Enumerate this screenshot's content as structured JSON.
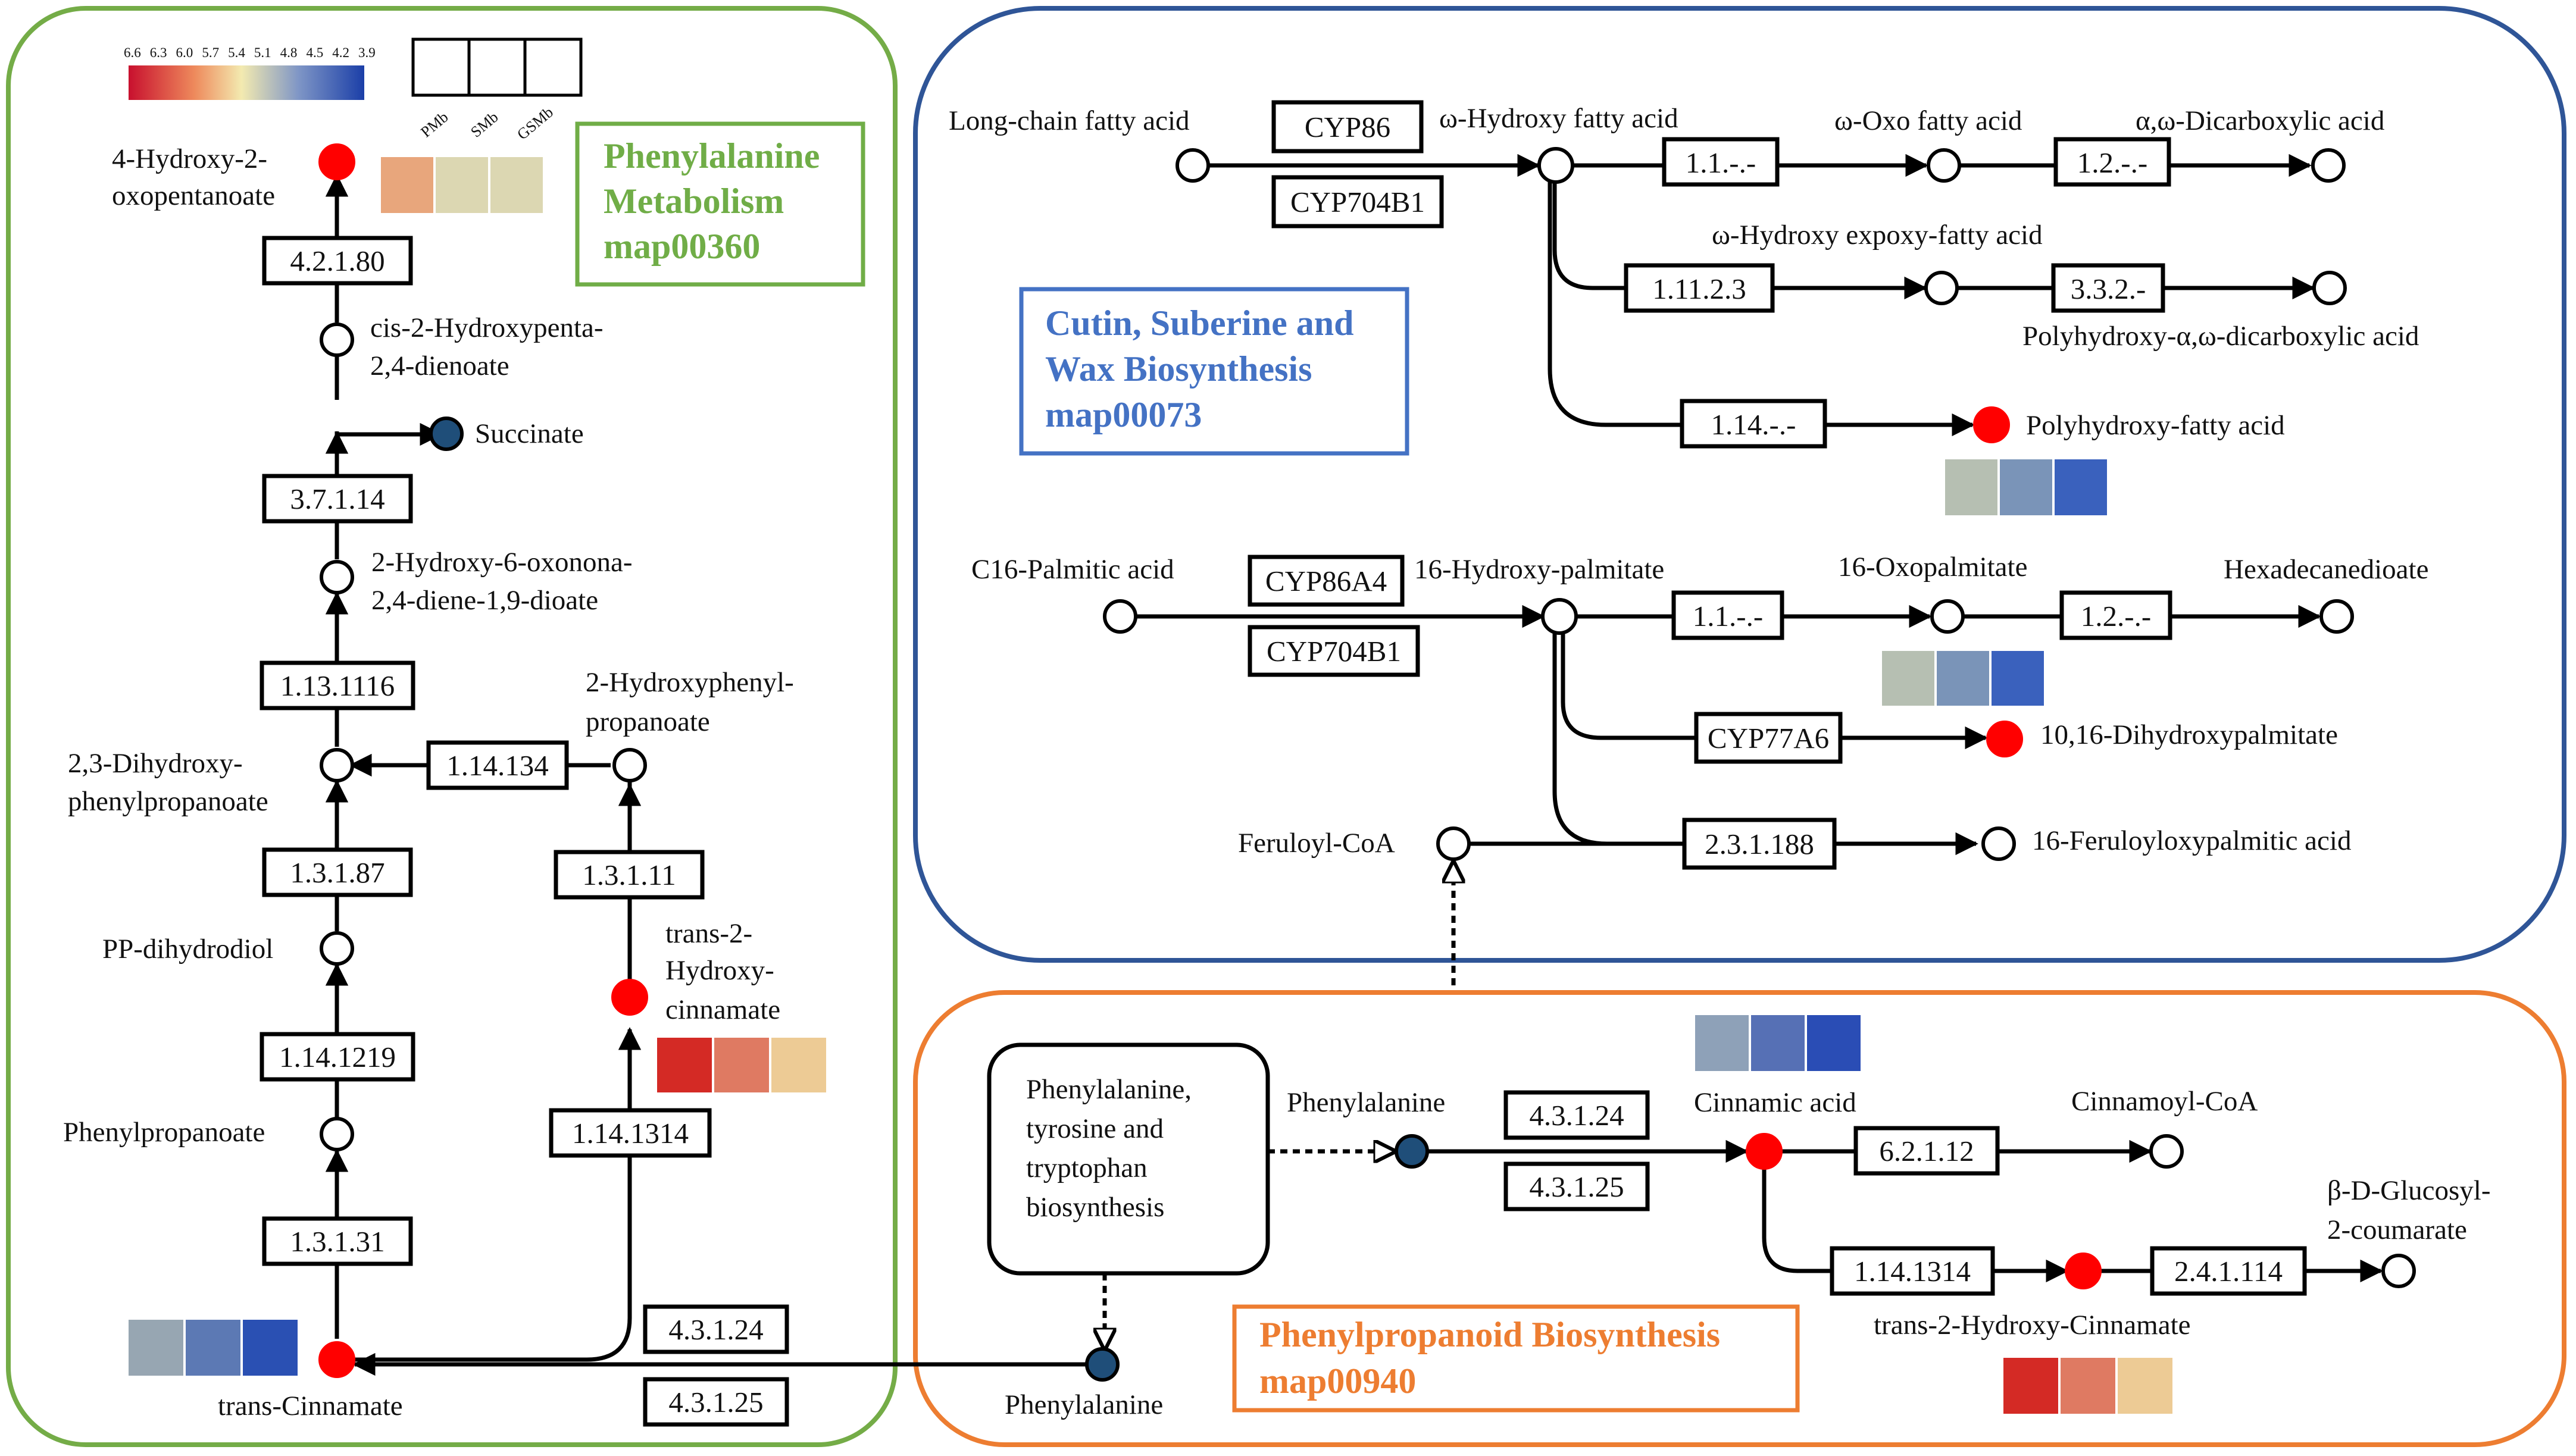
{
  "colors": {
    "green_frame": "#74ac47",
    "blue_frame": "#2f5597",
    "orange_frame": "#ed7d31",
    "title_green": "#70ad47",
    "title_blue": "#4472c4",
    "title_orange": "#ed7d31",
    "red_node": "#ff0000",
    "blue_node": "#1f4e79",
    "empty_node": "#ffffff"
  },
  "scale": {
    "ticks": [
      "6.6",
      "6.3",
      "6.0",
      "5.7",
      "5.4",
      "5.1",
      "4.8",
      "4.5",
      "4.2",
      "3.9"
    ],
    "samples": [
      "PMb",
      "SMb",
      "GSMb"
    ]
  },
  "panels": {
    "phe": {
      "title": [
        "Phenylalanine",
        "Metabolism",
        "map00360"
      ]
    },
    "cutin": {
      "title": [
        "Cutin, Suberine and",
        "Wax Biosynthesis",
        "map00073"
      ]
    },
    "prop": {
      "title": [
        "Phenylpropanoid Biosynthesis",
        "map00940"
      ]
    }
  },
  "phe": {
    "labels": {
      "hydroxy_oxopent": [
        "4-Hydroxy-2-",
        "oxopentanoate"
      ],
      "cis_hydroxypenta": [
        "cis-2-Hydroxypenta-",
        "2,4-dienoate"
      ],
      "succinate": "Succinate",
      "hydroxy_oxonona": [
        "2-Hydroxy-6-oxonona-",
        "2,4-diene-1,9-dioate"
      ],
      "hydroxyphenyl_prop": [
        "2-Hydroxyphenyl-",
        "propanoate"
      ],
      "dihydroxy_phenyl": [
        "2,3-Dihydroxy-",
        "phenylpropanoate"
      ],
      "pp_dihydrodiol": "PP-dihydrodiol",
      "trans2_hydroxy_cinn": [
        "trans-2-",
        "Hydroxy-",
        "cinnamate"
      ],
      "phenylpropanoate": "Phenylpropanoate",
      "trans_cinnamate": "trans-Cinnamate",
      "phenylalanine": "Phenylalanine"
    },
    "enzymes": {
      "e1": "4.2.1.80",
      "e2": "3.7.1.14",
      "e3": "1.13.1116",
      "e4": "1.14.134",
      "e5": "1.3.1.87",
      "e6": "1.3.1.11",
      "e7": "1.14.1219",
      "e8": "1.14.1314",
      "e9": "1.3.1.31",
      "e10": "4.3.1.24",
      "e11": "4.3.1.25"
    }
  },
  "cutin": {
    "labels": {
      "long_chain": "Long-chain fatty acid",
      "omega_hydroxy": "ω-Hydroxy fatty acid",
      "omega_oxo": "ω-Oxo fatty acid",
      "dicarboxylic": "α,ω-Dicarboxylic acid",
      "omega_epoxy": "ω-Hydroxy expoxy-fatty acid",
      "polyhydroxy_dicarb": "Polyhydroxy-α,ω-dicarboxylic acid",
      "polyhydroxy_fatty": "Polyhydroxy-fatty acid",
      "c16_palmitic": "C16-Palmitic acid",
      "hydroxy_palmitate": "16-Hydroxy-palmitate",
      "oxopalmitate": "16-Oxopalmitate",
      "hexadecanedioate": "Hexadecanedioate",
      "dihydroxypalmitate": "10,16-Dihydroxypalmitate",
      "feruloyl_coa": "Feruloyl-CoA",
      "feruloyloxypalmitic": "16-Feruloyloxypalmitic acid"
    },
    "enzymes": {
      "cyp86": "CYP86",
      "cyp704b1_a": "CYP704B1",
      "e_1_1a": "1.1.-.-",
      "e_1_2a": "1.2.-.-",
      "e_1_11_2_3": "1.11.2.3",
      "e_3_3_2": "3.3.2.-",
      "e_1_14": "1.14.-.-",
      "cyp86a4": "CYP86A4",
      "cyp704b1_b": "CYP704B1",
      "e_1_1b": "1.1.-.-",
      "e_1_2b": "1.2.-.-",
      "cyp77a6": "CYP77A6",
      "e_2_3_1_188": "2.3.1.188"
    }
  },
  "prop": {
    "labels": {
      "upstream_box": [
        "Phenylalanine,",
        "tyrosine and",
        "tryptophan",
        "biosynthesis"
      ],
      "phenylalanine": "Phenylalanine",
      "cinnamic_acid": "Cinnamic acid",
      "cinnamoyl_coa": "Cinnamoyl-CoA",
      "glucosyl": [
        "β-D-Glucosyl-",
        "2-coumarate"
      ],
      "trans2_hydroxy_cinn": "trans-2-Hydroxy-Cinnamate"
    },
    "enzymes": {
      "e_4_3_1_24": "4.3.1.24",
      "e_4_3_1_25": "4.3.1.25",
      "e_6_2_1_12": "6.2.1.12",
      "e_1_14_1314": "1.14.1314",
      "e_2_4_1_114": "2.4.1.114"
    }
  },
  "heatmaps": {
    "hydroxy_oxopentanoate": [
      "#e8a67c",
      "#dcd7b2",
      "#dcd7b2"
    ],
    "trans_cinnamate": [
      "#97a6b2",
      "#5c79b4",
      "#2a50b3"
    ],
    "trans2_hydroxy_cinnamate_phe": [
      "#d42a25",
      "#df7a62",
      "#edcb95"
    ],
    "polyhydroxy_fatty_acid": [
      "#b6bfb2",
      "#7a94b8",
      "#3a61bd"
    ],
    "dihydroxypalmitate": [
      "#b6bfb2",
      "#7a94b8",
      "#3a61bd"
    ],
    "cinnamic_acid": [
      "#8ea1b8",
      "#5670b5",
      "#2a4db5"
    ],
    "trans2_hydroxy_cinnamate_prop": [
      "#d42a25",
      "#df7a62",
      "#edcb95"
    ]
  }
}
